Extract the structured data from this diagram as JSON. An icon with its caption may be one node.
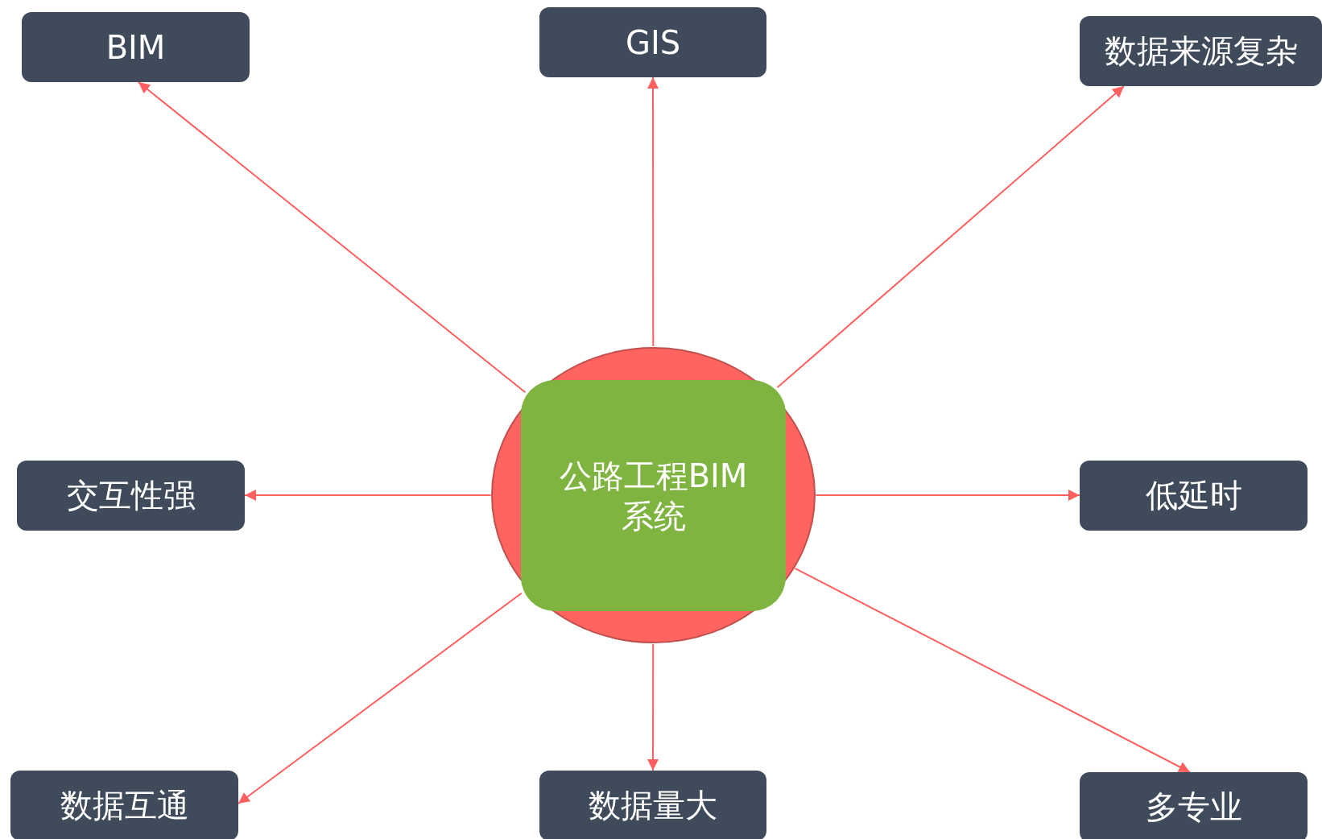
{
  "diagram": {
    "nodes": [
      {
        "text": [],
        "shape": "circle"
      },
      {
        "text": [
          "公路工程BIM系统"
        ],
        "in": 0
      },
      {
        "text": [
          "BIM"
        ]
      },
      {
        "text": [
          "GIS"
        ]
      },
      {
        "text": [
          "数据来源复杂"
        ]
      },
      {
        "text": [
          "交互性强"
        ]
      },
      {
        "text": [
          "低延时"
        ]
      },
      {
        "text": [
          "数据互通"
        ]
      },
      {
        "text": [
          "数据量大"
        ]
      },
      {
        "text": [
          "多专业"
        ]
      }
    ],
    "edges": [
      {
        "from": 0,
        "to": 2,
        "arrow": "to"
      },
      {
        "from": 0,
        "to": 3,
        "arrow": "to"
      },
      {
        "from": 0,
        "to": 4,
        "arrow": "to"
      },
      {
        "from": 0,
        "to": 5,
        "arrow": "to"
      },
      {
        "from": 0,
        "to": 6,
        "arrow": "to"
      },
      {
        "from": 0,
        "to": 7,
        "arrow": "to"
      },
      {
        "from": 0,
        "to": 8,
        "arrow": "to"
      },
      {
        "from": 0,
        "to": 9,
        "arrow": "to"
      }
    ]
  }
}
